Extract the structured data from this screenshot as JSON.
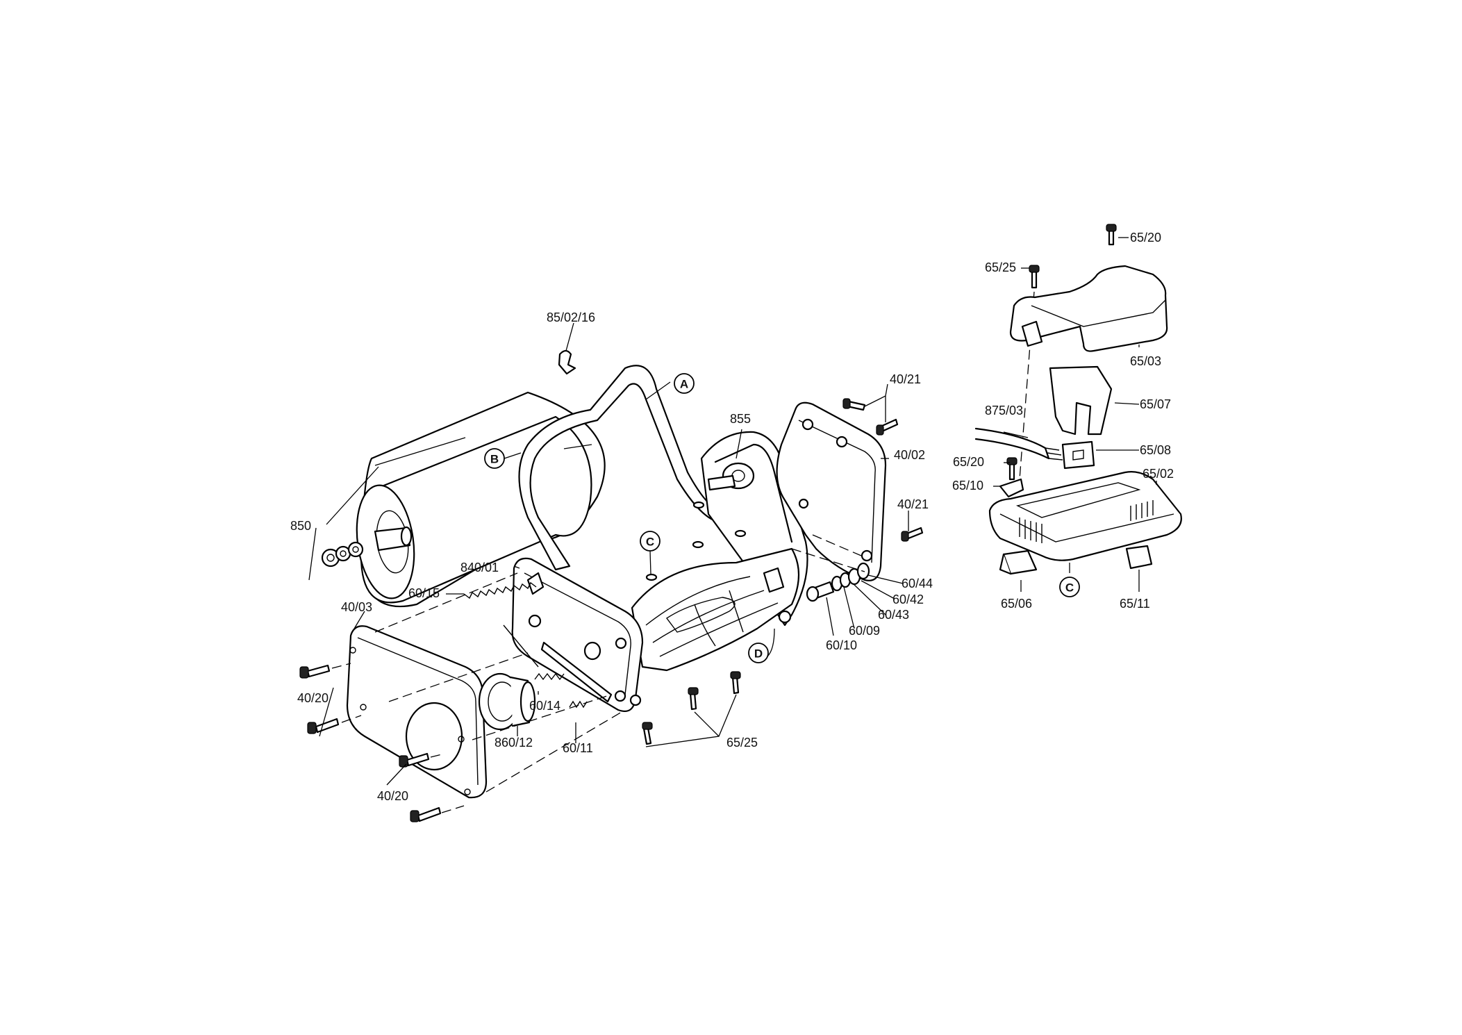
{
  "labels": {
    "p85_02_16": "85/02/16",
    "p850": "850",
    "p855": "855",
    "p40_21a": "40/21",
    "p40_02": "40/02",
    "p40_21b": "40/21",
    "p840_01": "840/01",
    "p60_15": "60/15",
    "p40_03": "40/03",
    "p40_20a": "40/20",
    "p60_14": "60/14",
    "p860_12": "860/12",
    "p60_11": "60/11",
    "p40_20b": "40/20",
    "p65_25b": "65/25",
    "p60_44": "60/44",
    "p60_42": "60/42",
    "p60_43": "60/43",
    "p60_09": "60/09",
    "p60_10": "60/10",
    "p65_20a": "65/20",
    "p65_25a": "65/25",
    "p65_03": "65/03",
    "p65_07": "65/07",
    "p875_03": "875/03",
    "p65_08": "65/08",
    "p65_20b": "65/20",
    "p65_10": "65/10",
    "p65_02": "65/02",
    "p65_06": "65/06",
    "p65_11": "65/11"
  },
  "callouts": {
    "A": "A",
    "B": "B",
    "C1": "C",
    "C2": "C",
    "D": "D"
  }
}
